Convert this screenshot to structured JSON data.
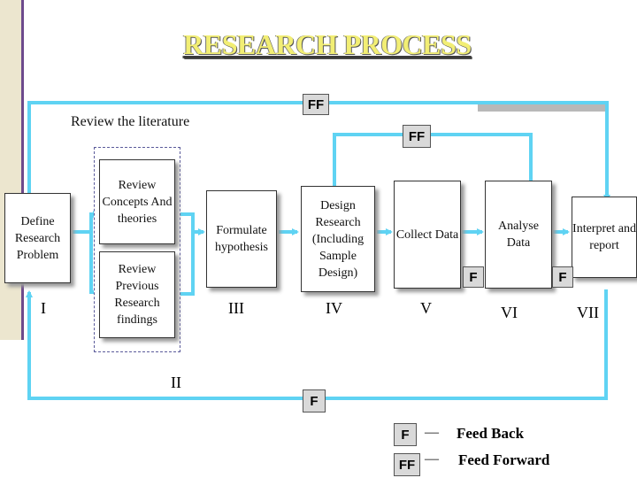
{
  "title": "RESEARCH PROCESS",
  "review_literature": "Review the literature",
  "steps": {
    "define_problem": "Define Research Problem",
    "review_concepts": "Review Concepts And theories",
    "review_findings": "Review Previous Research findings",
    "formulate_hypothesis": "Formulate hypothesis",
    "design_research": "Design Research (Including Sample Design)",
    "collect_data": "Collect Data",
    "analyse_data": "Analyse Data",
    "interpret_report": "Interpret and report"
  },
  "numerals": [
    "I",
    "II",
    "III",
    "IV",
    "V",
    "VI",
    "VII"
  ],
  "markers": {
    "feed_forward": "FF",
    "feed_back": "F"
  },
  "legend": {
    "dash": "—",
    "feed_back": "Feed Back",
    "feed_forward": "Feed Forward"
  },
  "colors": {
    "arrow": "#5fd3f3",
    "title": "#f2ee74",
    "accent_line": "#6d4a8c"
  }
}
